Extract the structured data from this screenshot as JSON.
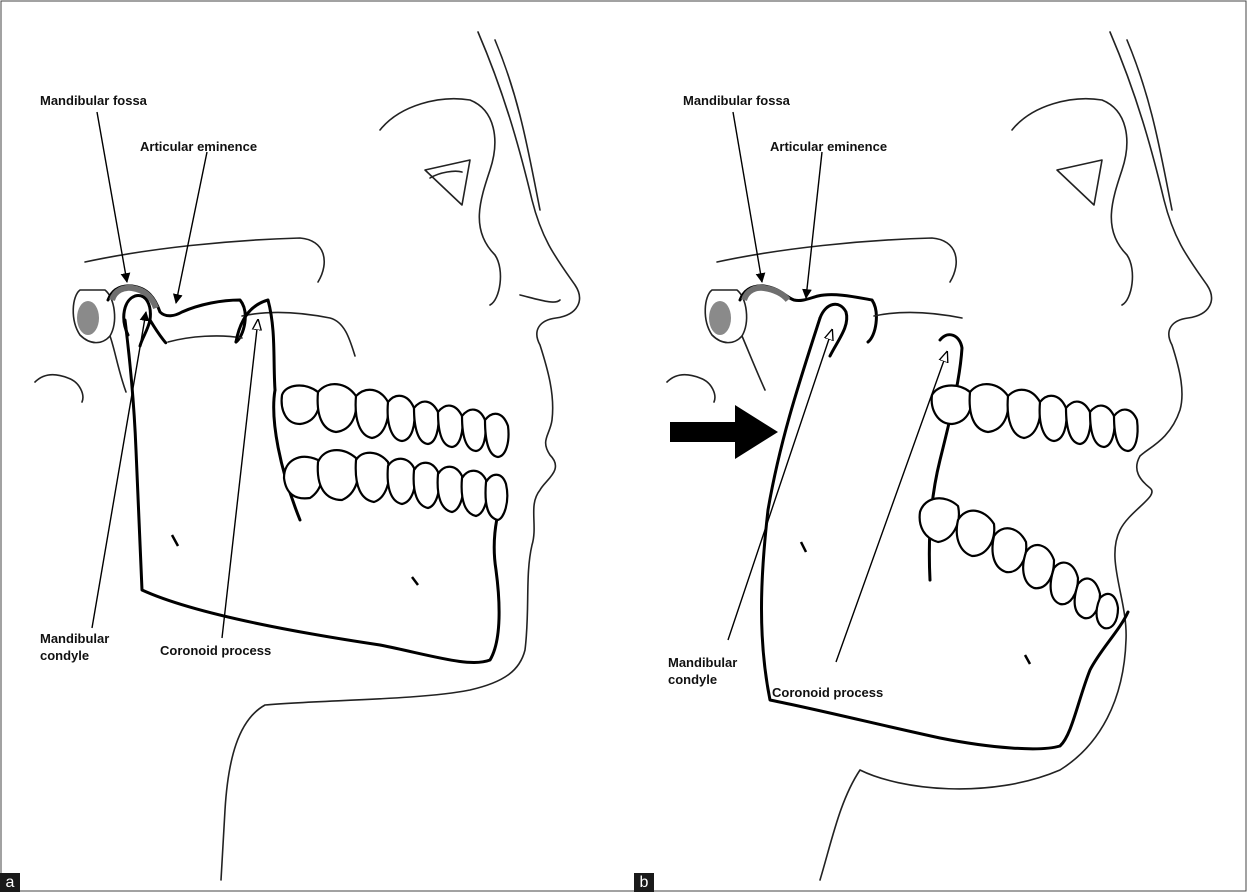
{
  "panels": [
    {
      "letter": "a",
      "labels": {
        "mandibular_fossa": "Mandibular fossa",
        "articular_eminence": "Articular eminence",
        "mandibular_condyle": "Mandibular\ncondyle",
        "coronoid_process": "Coronoid process"
      }
    },
    {
      "letter": "b",
      "labels": {
        "mandibular_fossa": "Mandibular fossa",
        "articular_eminence": "Articular eminence",
        "mandibular_condyle": "Mandibular\ncondyle",
        "coronoid_process": "Coronoid process"
      }
    }
  ]
}
